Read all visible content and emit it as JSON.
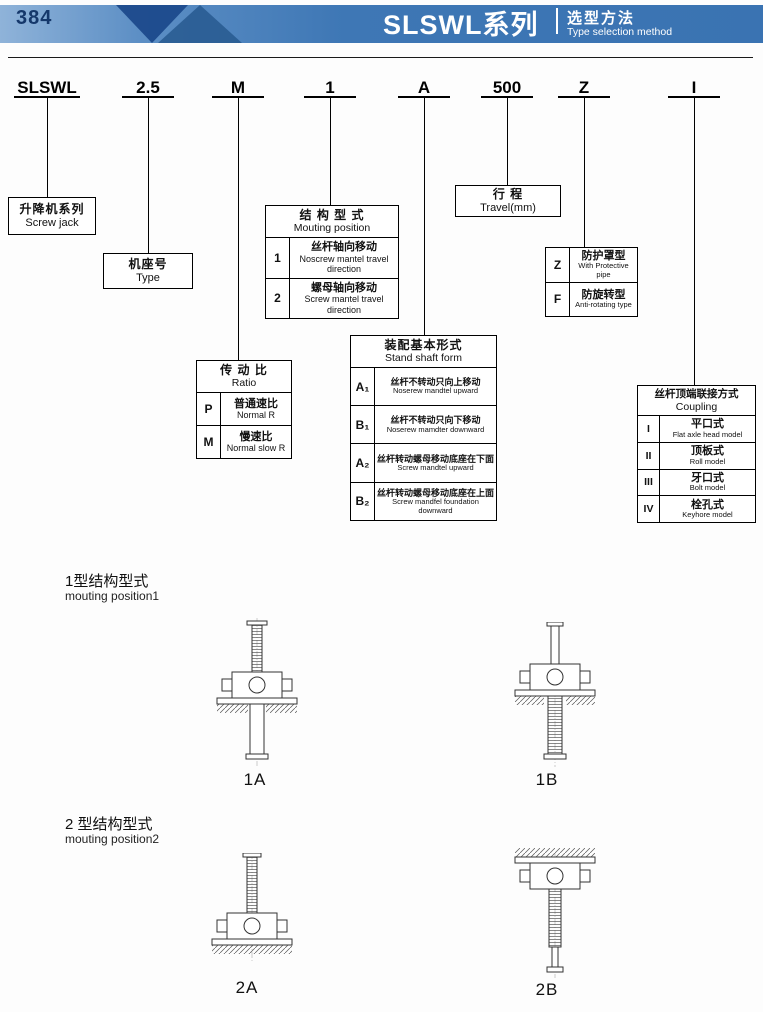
{
  "header": {
    "page_number": "384",
    "title": "SLSWL系列",
    "subtitle_cn": "选型方法",
    "subtitle_en": "Type selection method"
  },
  "code": {
    "segments": [
      "SLSWL",
      "2.5",
      "M",
      "1",
      "A",
      "500",
      "Z",
      "I"
    ]
  },
  "boxes": {
    "series": {
      "cn": "升降机系列",
      "en": "Screw jack"
    },
    "type": {
      "cn": "机座号",
      "en": "Type"
    },
    "travel": {
      "cn": "行 程",
      "en": "Travel(mm)"
    }
  },
  "tables": {
    "ratio": {
      "title_cn": "传 动 比",
      "title_en": "Ratio",
      "rows": [
        {
          "code": "P",
          "cn": "普通速比",
          "en": "Normal R"
        },
        {
          "code": "M",
          "cn": "慢速比",
          "en": "Normal slow R"
        }
      ]
    },
    "mouting": {
      "title_cn": "结 构 型 式",
      "title_en": "Mouting position",
      "rows": [
        {
          "code": "1",
          "cn": "丝杆轴向移动",
          "en": "Noscrew mantel travel direction"
        },
        {
          "code": "2",
          "cn": "螺母轴向移动",
          "en": "Screw mantel travel direction"
        }
      ]
    },
    "stand": {
      "title_cn": "装配基本形式",
      "title_en": "Stand shaft form",
      "rows": [
        {
          "code": "A₁",
          "cn": "丝杆不转动只向上移动",
          "en": "Noserew mandtel upward"
        },
        {
          "code": "B₁",
          "cn": "丝杆不转动只向下移动",
          "en": "Noserew mamdter downward"
        },
        {
          "code": "A₂",
          "cn": "丝杆转动螺母移动底座在下面",
          "en": "Screw mandtel upward"
        },
        {
          "code": "B₂",
          "cn": "丝杆转动螺母移动底座在上面",
          "en": "Screw mandfel foundation downward"
        }
      ]
    },
    "protection": {
      "rows": [
        {
          "code": "Z",
          "cn": "防护罩型",
          "en": "With Protective pipe"
        },
        {
          "code": "F",
          "cn": "防旋转型",
          "en": "Anti-rotating type"
        }
      ]
    },
    "coupling": {
      "title_cn": "丝杆顶端联接方式",
      "title_en": "Coupling",
      "rows": [
        {
          "code": "I",
          "cn": "平口式",
          "en": "Flat axle head model"
        },
        {
          "code": "II",
          "cn": "顶板式",
          "en": "Roll model"
        },
        {
          "code": "III",
          "cn": "牙口式",
          "en": "Bolt model"
        },
        {
          "code": "IV",
          "cn": "栓孔式",
          "en": "Keyhore model"
        }
      ]
    }
  },
  "sections": [
    {
      "title_cn": "1型结构型式",
      "title_en": "mouting position1",
      "figures": [
        "1A",
        "1B"
      ]
    },
    {
      "title_cn": "2 型结构型式",
      "title_en": "mouting position2",
      "figures": [
        "2A",
        "2B"
      ]
    }
  ],
  "colors": {
    "header_blue": "#3d77b4",
    "header_dark_blue": "#1c4a8c",
    "page_number_navy": "#15386b"
  }
}
